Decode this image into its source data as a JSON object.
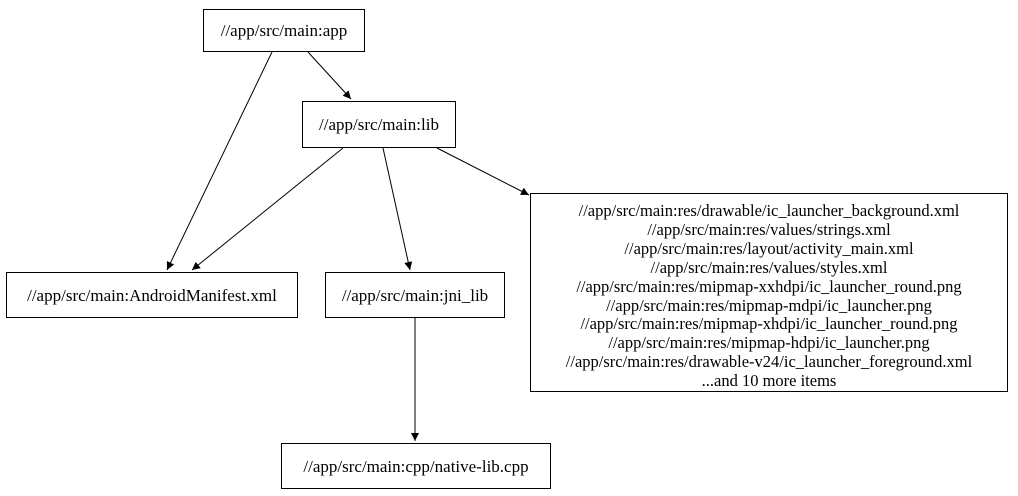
{
  "graph": {
    "background_color": "#ffffff",
    "node_border_color": "#000000",
    "edge_color": "#000000",
    "nodes": {
      "app": {
        "label": "//app/src/main:app"
      },
      "lib": {
        "label": "//app/src/main:lib"
      },
      "android_manifest": {
        "label": "//app/src/main:AndroidManifest.xml"
      },
      "jni_lib": {
        "label": "//app/src/main:jni_lib"
      },
      "resources": {
        "lines": [
          "//app/src/main:res/drawable/ic_launcher_background.xml",
          "//app/src/main:res/values/strings.xml",
          "//app/src/main:res/layout/activity_main.xml",
          "//app/src/main:res/values/styles.xml",
          "//app/src/main:res/mipmap-xxhdpi/ic_launcher_round.png",
          "//app/src/main:res/mipmap-mdpi/ic_launcher.png",
          "//app/src/main:res/mipmap-xhdpi/ic_launcher_round.png",
          "//app/src/main:res/mipmap-hdpi/ic_launcher.png",
          "//app/src/main:res/drawable-v24/ic_launcher_foreground.xml",
          "...and 10 more items"
        ]
      },
      "native_lib": {
        "label": "//app/src/main:cpp/native-lib.cpp"
      }
    },
    "edges": [
      {
        "from": "//app/src/main:app",
        "to": "//app/src/main:lib"
      },
      {
        "from": "//app/src/main:app",
        "to": "//app/src/main:AndroidManifest.xml"
      },
      {
        "from": "//app/src/main:lib",
        "to": "//app/src/main:AndroidManifest.xml"
      },
      {
        "from": "//app/src/main:lib",
        "to": "//app/src/main:jni_lib"
      },
      {
        "from": "//app/src/main:lib",
        "to": "resources-group"
      },
      {
        "from": "//app/src/main:jni_lib",
        "to": "//app/src/main:cpp/native-lib.cpp"
      }
    ]
  }
}
